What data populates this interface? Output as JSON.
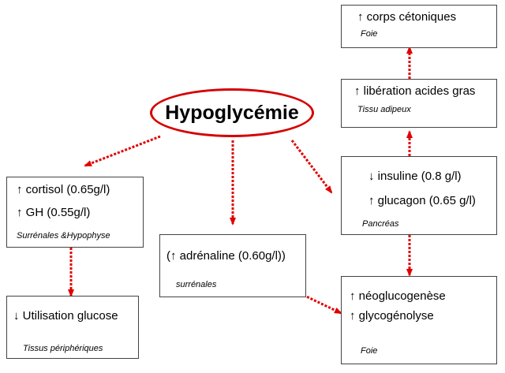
{
  "title": "Hypoglycémie",
  "colors": {
    "arrow": "#e00000",
    "ellipse": "#d40000",
    "border": "#444444"
  },
  "boxes": {
    "cortisol": {
      "lines": [
        "↑ cortisol (0.65g/l)",
        "↑ GH (0.55g/l)"
      ],
      "sub": "Surrénales &Hypophyse"
    },
    "utilisation": {
      "lines": [
        "↓ Utilisation glucose"
      ],
      "sub": "Tissus périphériques"
    },
    "adrenaline": {
      "lines": [
        "(↑ adrénaline (0.60g/l))"
      ],
      "sub": "surrénales"
    },
    "pancreas": {
      "lines": [
        "↓ insuline (0.8 g/l)",
        "↑ glucagon (0.65 g/l)"
      ],
      "sub": "Pancréas"
    },
    "acides_gras": {
      "lines": [
        "↑ libération acides gras"
      ],
      "sub": "Tissu adipeux"
    },
    "cetoniques": {
      "lines": [
        "↑ corps cétoniques"
      ],
      "sub": "Foie"
    },
    "neoglucogenese": {
      "lines": [
        "↑ néoglucogenèse",
        "↑ glycogénolyse"
      ],
      "sub": "Foie"
    }
  },
  "connections": [
    {
      "from": "hypoglycemie",
      "to": "cortisol"
    },
    {
      "from": "hypoglycemie",
      "to": "adrenaline"
    },
    {
      "from": "hypoglycemie",
      "to": "pancreas"
    },
    {
      "from": "cortisol",
      "to": "utilisation"
    },
    {
      "from": "pancreas",
      "to": "acides_gras"
    },
    {
      "from": "acides_gras",
      "to": "cetoniques"
    },
    {
      "from": "pancreas",
      "to": "neoglucogenese"
    },
    {
      "from": "adrenaline",
      "to": "neoglucogenese"
    }
  ]
}
